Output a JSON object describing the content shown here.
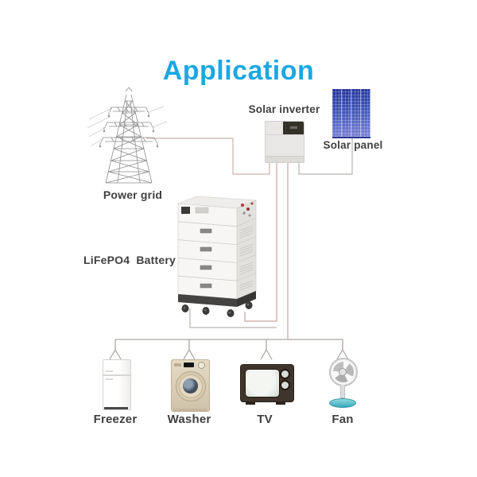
{
  "title": "Application",
  "accent_color": "#1ba8e1",
  "label_color": "#3f3f3f",
  "line_colors": {
    "gray": "#aba7a3",
    "pink": "#c9a5a0"
  },
  "nodes": {
    "power_grid": {
      "label": "Power grid"
    },
    "solar_inverter": {
      "label": "Solar inverter"
    },
    "solar_panel": {
      "label": "Solar panel"
    },
    "battery": {
      "label": "LiFePO4 Battery"
    }
  },
  "appliances": [
    {
      "id": "freezer",
      "label": "Freezer"
    },
    {
      "id": "washer",
      "label": "Washer"
    },
    {
      "id": "tv",
      "label": "TV"
    },
    {
      "id": "fan",
      "label": "Fan"
    }
  ],
  "connections": [
    {
      "from": "power_grid",
      "to": "solar_inverter"
    },
    {
      "from": "solar_panel",
      "to": "solar_inverter"
    },
    {
      "from": "solar_inverter",
      "to": "battery"
    },
    {
      "from": "solar_inverter",
      "to": "loads_bus"
    },
    {
      "from": "loads_bus",
      "to": "freezer"
    },
    {
      "from": "loads_bus",
      "to": "washer"
    },
    {
      "from": "loads_bus",
      "to": "tv"
    },
    {
      "from": "loads_bus",
      "to": "fan"
    }
  ]
}
